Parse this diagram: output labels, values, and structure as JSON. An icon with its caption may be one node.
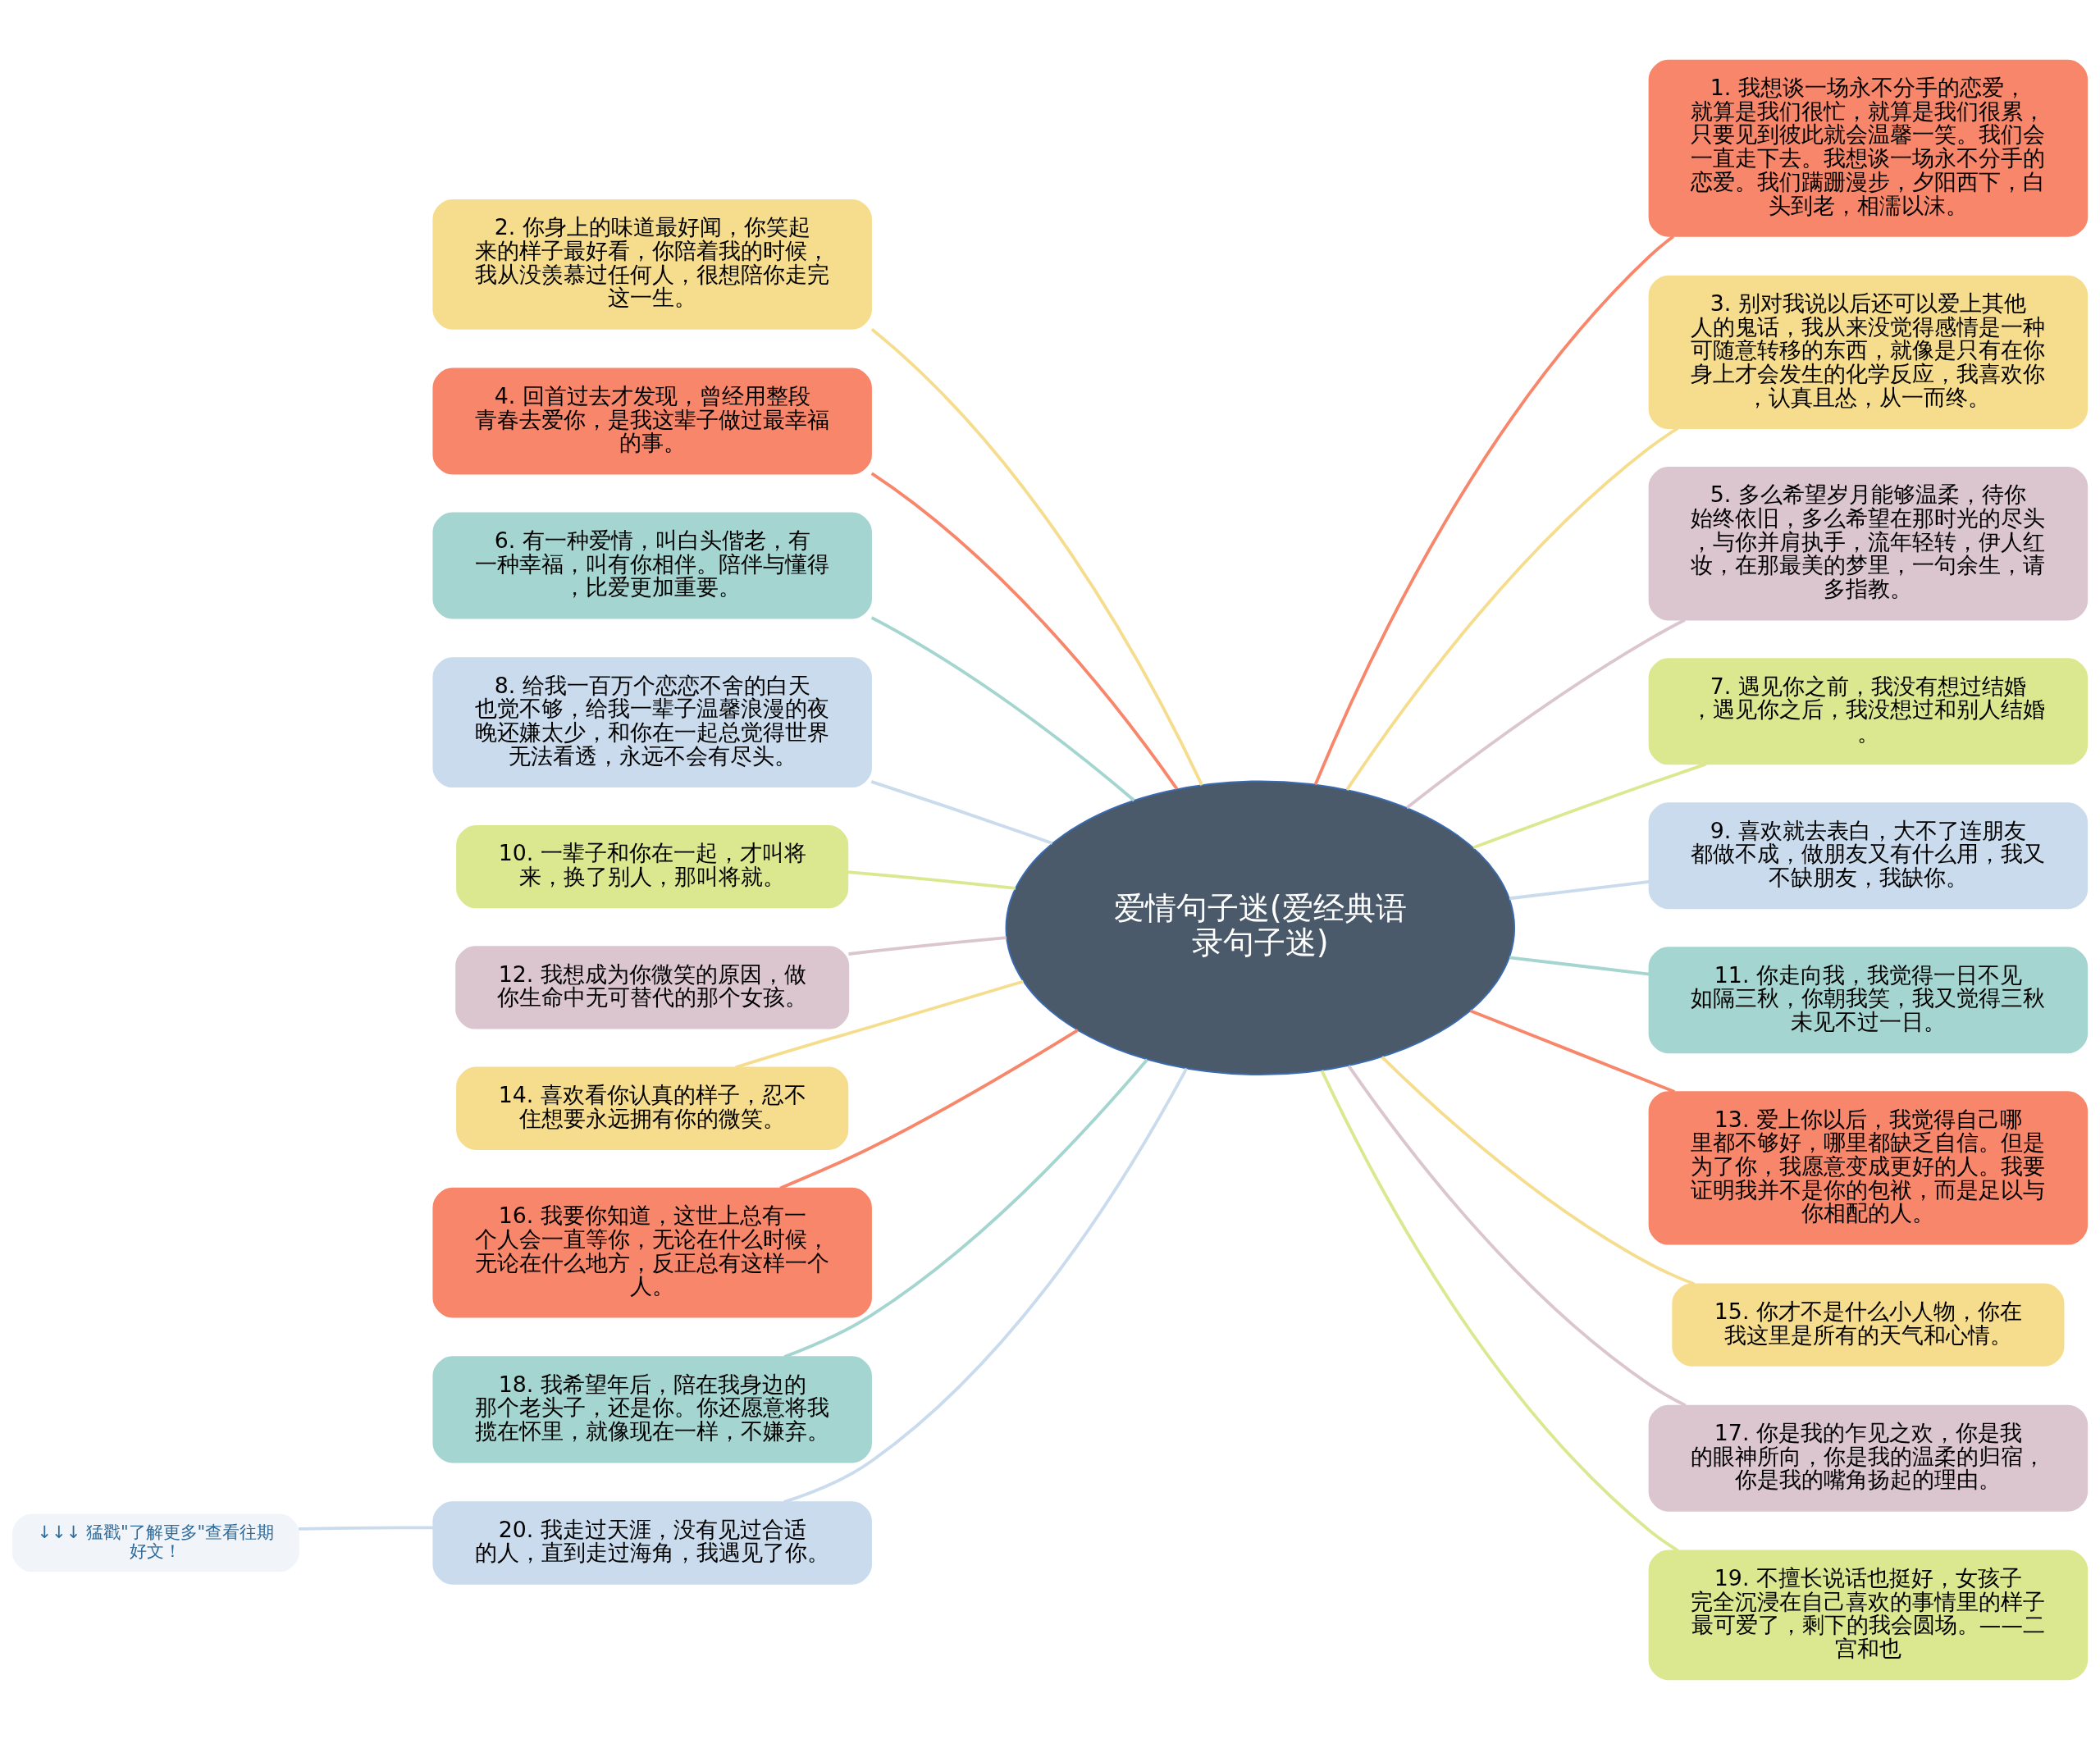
{
  "diagram": {
    "nodes": [
      {
        "text": [
          "爱情句子迷(爱经典语录句子迷)"
        ]
      },
      {
        "text": [
          "1. 我想谈一场永不分手的恋爱，就算是我们很忙，就算是我们很累，只要见到彼此就会温馨一笑。我们会一直走下去。我想谈一场永不分手的恋爱。我们蹒跚漫步，夕阳西下，白头到老，相濡以沫。"
        ]
      },
      {
        "text": [
          "2. 你身上的味道最好闻，你笑起来的样子最好看，你陪着我的时候，我从没羡慕过任何人，很想陪你走完这一生。"
        ]
      },
      {
        "text": [
          "3. 别对我说以后还可以爱上其他人的鬼话，我从来没觉得感情是一种可随意转移的东西，就像是只有在你身上才会发生的化学反应，我喜欢你，认真且怂，从一而终。"
        ]
      },
      {
        "text": [
          "4. 回首过去才发现，曾经用整段青春去爱你，是我这辈子做过最幸福的事。"
        ]
      },
      {
        "text": [
          "5. 多么希望岁月能够温柔，待你始终依旧，多么希望在那时光的尽头，与你并肩执手，流年轻转，伊人红妆，在那最美的梦里，一句余生，请多指教。"
        ]
      },
      {
        "text": [
          "6. 有一种爱情，叫白头偕老，有一种幸福，叫有你相伴。陪伴与懂得，比爱更加重要。"
        ]
      },
      {
        "text": [
          "7. 遇见你之前，我没有想过结婚，遇见你之后，我没想过和别人结婚。"
        ]
      },
      {
        "text": [
          "8. 给我一百万个恋恋不舍的白天也觉不够，给我一辈子温馨浪漫的夜晚还嫌太少，和你在一起总觉得世界无法看透，永远不会有尽头。"
        ]
      },
      {
        "text": [
          "9. 喜欢就去表白，大不了连朋友都做不成，做朋友又有什么用，我又不缺朋友，我缺你。"
        ]
      },
      {
        "text": [
          "10. 一辈子和你在一起，才叫将来，换了别人，那叫将就。"
        ]
      },
      {
        "text": [
          "11. 你走向我，我觉得一日不见如隔三秋，你朝我笑，我又觉得三秋未见不过一日。"
        ]
      },
      {
        "text": [
          "12. 我想成为你微笑的原因，做你生命中无可替代的那个女孩。"
        ]
      },
      {
        "text": [
          "13. 爱上你以后，我觉得自己哪里都不够好，哪里都缺乏自信。但是为了你，我愿意变成更好的人。我要证明我并不是你的包袱，而是足以与你相配的人。"
        ]
      },
      {
        "text": [
          "14. 喜欢看你认真的样子，忍不住想要永远拥有你的微笑。"
        ]
      },
      {
        "text": [
          "15. 你才不是什么小人物，你在我这里是所有的天气和心情。"
        ]
      },
      {
        "text": [
          "16. 我要你知道，这世上总有一个人会一直等你，无论在什么时候，无论在什么地方，反正总有这样一个人。"
        ]
      },
      {
        "text": [
          "17. 你是我的乍见之欢，你是我的眼神所向，你是我的温柔的归宿，你是我的嘴角扬起的理由。"
        ]
      },
      {
        "text": [
          "18. 我希望年后，陪在我身边的那个老头子，还是你。你还愿意将我揽在怀里，就像现在一样，不嫌弃。"
        ]
      },
      {
        "text": [
          "19. 不擅长说话也挺好，女孩子完全沉浸在自己喜欢的事情里的样子最可爱了，剩下的我会圆场。——二宫和也"
        ]
      },
      {
        "text": [
          "20. 我走过天涯，没有见过合适的人，直到走过海角，我遇见了你。"
        ]
      },
      {
        "text": [
          "↓↓↓ 猛戳\"了解更多\"查看往期好文！"
        ]
      }
    ],
    "edges": [
      {
        "from": 0,
        "to": 1,
        "arrow": "none",
        "color": "#f8866a"
      },
      {
        "from": 0,
        "to": 2,
        "arrow": "none",
        "color": "#f6dd8e"
      },
      {
        "from": 0,
        "to": 3,
        "arrow": "none",
        "color": "#f6dd8e"
      },
      {
        "from": 0,
        "to": 4,
        "arrow": "none",
        "color": "#f8866a"
      },
      {
        "from": 0,
        "to": 5,
        "arrow": "none",
        "color": "#dbc6d0"
      },
      {
        "from": 0,
        "to": 6,
        "arrow": "none",
        "color": "#a5d5d0"
      },
      {
        "from": 0,
        "to": 7,
        "arrow": "none",
        "color": "#dce890"
      },
      {
        "from": 0,
        "to": 8,
        "arrow": "none",
        "color": "#c9dbec"
      },
      {
        "from": 0,
        "to": 9,
        "arrow": "none",
        "color": "#c9dbec"
      },
      {
        "from": 0,
        "to": 10,
        "arrow": "none",
        "color": "#dce890"
      },
      {
        "from": 0,
        "to": 11,
        "arrow": "none",
        "color": "#a5d5d0"
      },
      {
        "from": 0,
        "to": 12,
        "arrow": "none",
        "color": "#dbc6d0"
      },
      {
        "from": 0,
        "to": 13,
        "arrow": "none",
        "color": "#f8866a"
      },
      {
        "from": 0,
        "to": 14,
        "arrow": "none",
        "color": "#f6dd8e"
      },
      {
        "from": 0,
        "to": 15,
        "arrow": "none",
        "color": "#f6dd8e"
      },
      {
        "from": 0,
        "to": 16,
        "arrow": "none",
        "color": "#f8866a"
      },
      {
        "from": 0,
        "to": 17,
        "arrow": "none",
        "color": "#dbc6d0"
      },
      {
        "from": 0,
        "to": 18,
        "arrow": "none",
        "color": "#a5d5d0"
      },
      {
        "from": 0,
        "to": 19,
        "arrow": "none",
        "color": "#dce890"
      },
      {
        "from": 0,
        "to": 20,
        "arrow": "none",
        "color": "#c9dbec"
      },
      {
        "from": 20,
        "to": 21,
        "arrow": "none",
        "color": "#c9dbec"
      }
    ]
  }
}
